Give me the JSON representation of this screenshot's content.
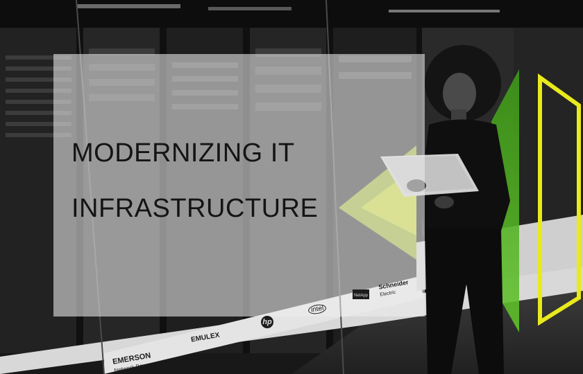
{
  "headline": {
    "line1": "MODERNIZING IT",
    "line2": "INFRASTRUCTURE"
  },
  "logos": {
    "emerson": "EMERSON",
    "emerson_sub": "Network Power",
    "emulex": "EMULEX",
    "hp": "hp",
    "intel": "intel",
    "netapp": "NetApp",
    "schneider": "Schneider",
    "schneider_sub": "Electric"
  },
  "colors": {
    "accent_green": "#4caf1f",
    "accent_yellow": "#e8ea1c",
    "overlay": "#ececec"
  }
}
